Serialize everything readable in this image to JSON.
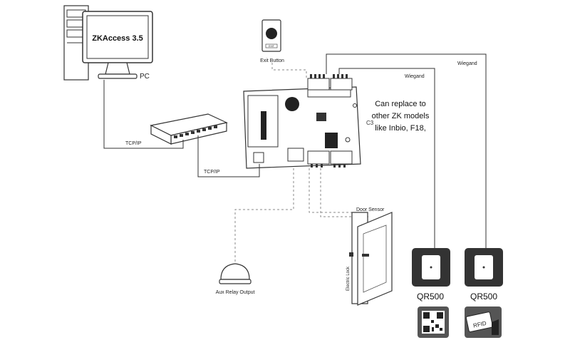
{
  "software": {
    "title": "ZKAccess 3.5"
  },
  "labels": {
    "pc": "PC",
    "exit_button": "Exit Button",
    "exit_sign": "EXIT",
    "tcpip_1": "TCP/IP",
    "tcpip_2": "TCP/IP",
    "wiegand_1": "Wiegand",
    "wiegand_2": "Wiegand",
    "controller": "C3",
    "door_sensor": "Door Sensor",
    "electric_lock": "Electric Lock",
    "aux_relay": "Aux Relay Output",
    "reader_1": "QR500",
    "reader_2": "QR500",
    "rfid": "RFID"
  },
  "note": "Can replace to other ZK models like Inbio, F18,",
  "colors": {
    "line": "#333333",
    "dashed": "#888888",
    "device": "#555555"
  }
}
